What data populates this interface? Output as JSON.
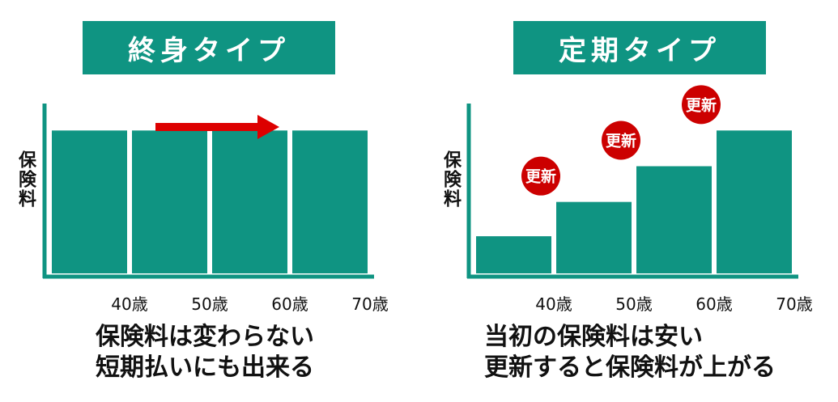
{
  "chart_data": [
    {
      "type": "bar",
      "title": "終身タイプ",
      "ylabel": "保険料",
      "xlabel": "",
      "categories": [
        "40歳",
        "50歳",
        "60歳",
        "70歳"
      ],
      "values": [
        1,
        1,
        1,
        1
      ],
      "ylim": [
        0,
        1.2
      ],
      "bar_color": "#0f9482",
      "arrow_color": "#dd0000",
      "annotation": "保険料は変わらない",
      "caption": [
        "保険料は変わらない",
        "短期払いにも出来る"
      ]
    },
    {
      "type": "bar",
      "title": "定期タイプ",
      "ylabel": "保険料",
      "xlabel": "",
      "categories": [
        "40歳",
        "50歳",
        "60歳",
        "70歳"
      ],
      "values": [
        0.26,
        0.5,
        0.75,
        1.0
      ],
      "ylim": [
        0,
        1.2
      ],
      "bar_color": "#0f9482",
      "badge_color": "#cc0000",
      "badges": [
        "更新",
        "更新",
        "更新"
      ],
      "caption": [
        "当初の保険料は安い",
        "更新すると保険料が上がる"
      ]
    }
  ]
}
